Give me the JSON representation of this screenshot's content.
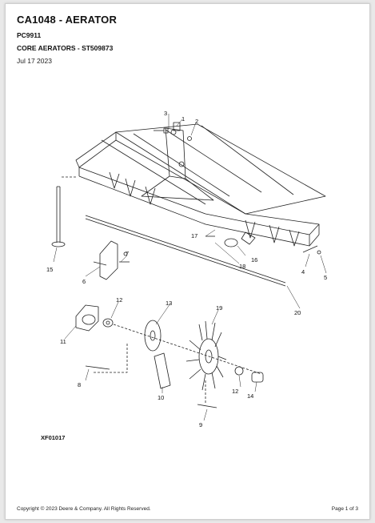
{
  "header": {
    "title": "CA1048 - AERATOR",
    "pc_code": "PC9911",
    "subtitle": "CORE AERATORS - ST509873",
    "date": "Jul 17 2023"
  },
  "diagram": {
    "figure_code": "XF01017",
    "callouts": [
      "1",
      "2",
      "3",
      "4",
      "5",
      "6",
      "7",
      "8",
      "9",
      "10",
      "11",
      "12",
      "13",
      "14",
      "15",
      "16",
      "17",
      "18",
      "19",
      "20"
    ]
  },
  "footer": {
    "copyright": "Copyright © 2023 Deere & Company. All Rights Reserved.",
    "page": "Page 1 of 3"
  }
}
